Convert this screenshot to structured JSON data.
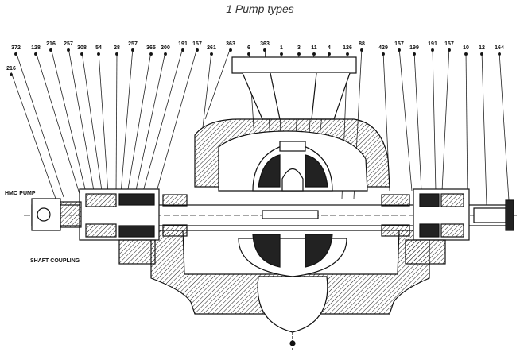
{
  "page": {
    "title": "1 Pump types"
  },
  "part_numbers": [
    "216",
    "372",
    "128",
    "216",
    "257",
    "308",
    "54",
    "28",
    "257",
    "365",
    "200",
    "191",
    "157",
    "261",
    "363",
    "6",
    "363",
    "1",
    "3",
    "11",
    "4",
    "126",
    "88",
    "429",
    "157",
    "199",
    "191",
    "157",
    "10",
    "12",
    "164"
  ],
  "captions": {
    "side_label": "HMO PUMP",
    "coupling_label": "SHAFT COUPLING"
  }
}
